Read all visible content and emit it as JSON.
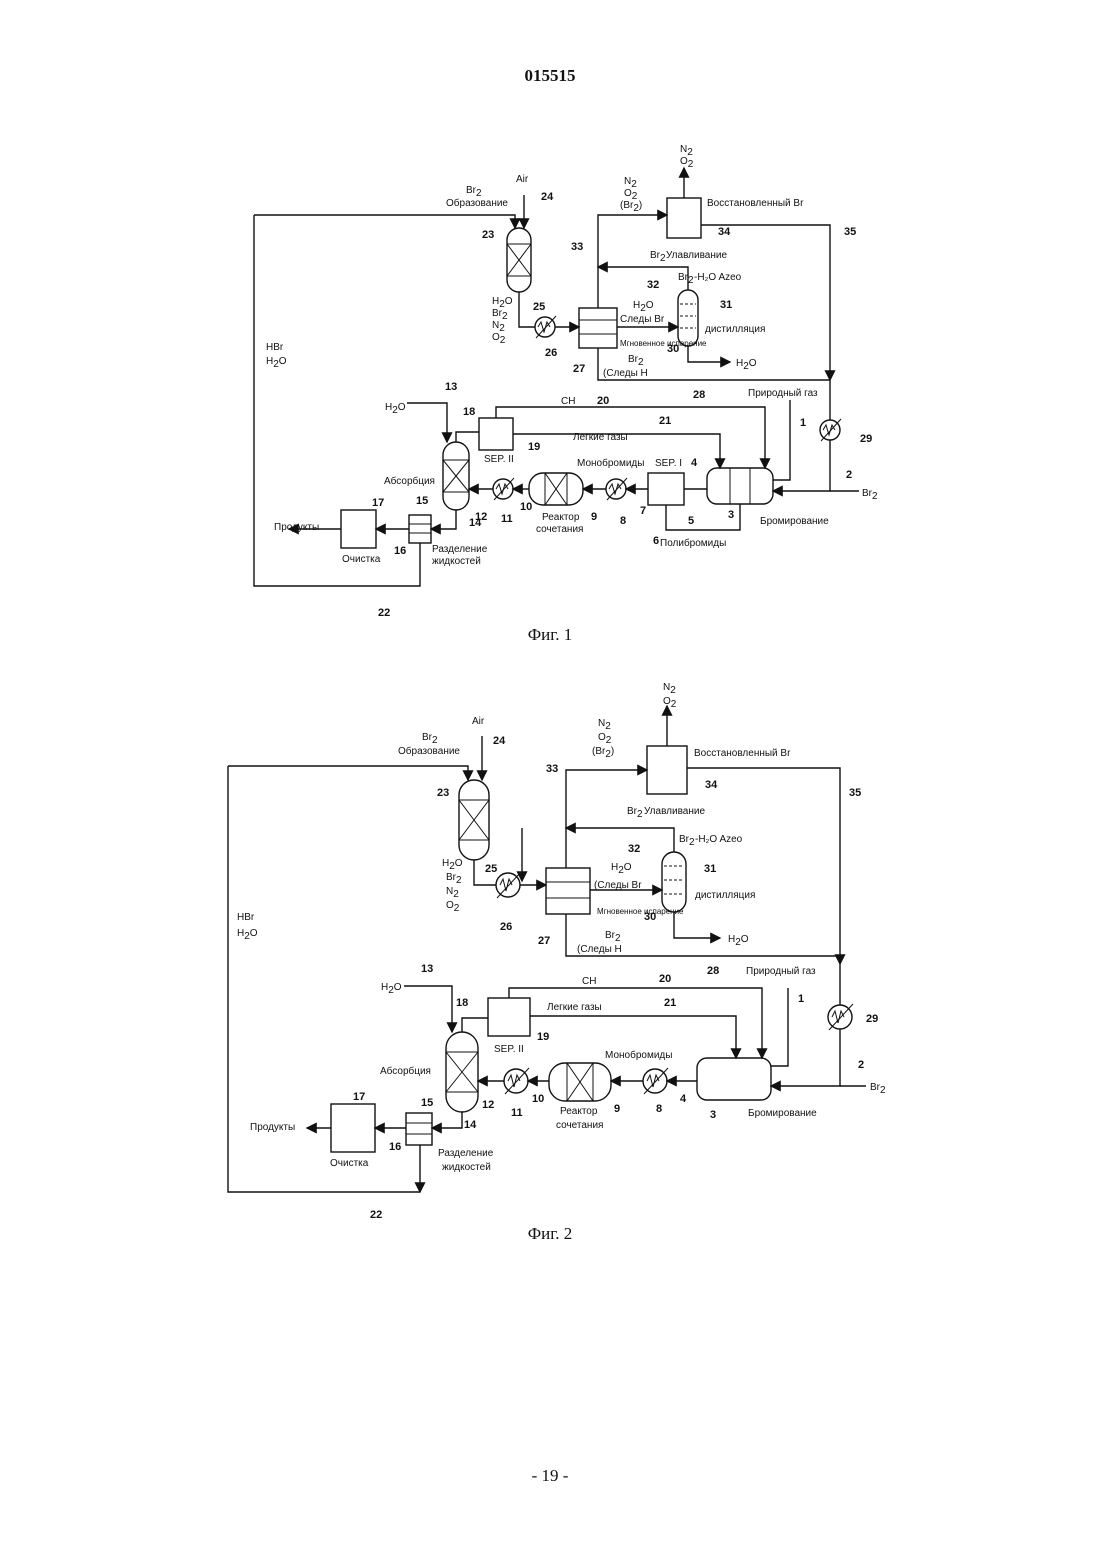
{
  "header": {
    "document_number": "015515"
  },
  "figures": [
    {
      "caption": "Фиг. 1",
      "labels": {
        "air": "Air",
        "br2_formation": "Образование",
        "hbr": "HBr",
        "h2o": "H",
        "n2_top": "N",
        "o2_top": "O",
        "n2": "N",
        "o2": "O",
        "br2_paren": "(Br",
        "recovered_br2": "Восстановленный Br",
        "br2_capture": "Улавливание",
        "br2_h2o_azeo": "-H₂O Azeo",
        "distillation": "дистилляция",
        "trace_br2": "Следы Br",
        "flash": "Мгновенное испарение",
        "trace_h2o": "(Следы H",
        "natural_gas": "Природный газ",
        "ch4": "CH",
        "light_gases": "Легкие газы",
        "sep2": "SEP. II",
        "sep1": "SEP. I",
        "monobromides": "Монобромиды",
        "polybromides": "Полибромиды",
        "absorption": "Абсорбция",
        "coupling_reactor_1": "Реактор",
        "coupling_reactor_2": "сочетания",
        "bromination": "Бромирование",
        "products": "Продукты",
        "purification": "Очистка",
        "liquid_sep_1": "Разделение",
        "liquid_sep_2": "жидкостей",
        "br2": "Br"
      }
    },
    {
      "caption": "Фиг. 2",
      "labels": {
        "air": "Air",
        "br2_formation": "Образование",
        "hbr": "HBr",
        "h2o": "H",
        "n2_top": "N",
        "o2_top": "O",
        "n2": "N",
        "o2": "O",
        "br2_paren": "(Br",
        "recovered_br2": "Восстановленный Br",
        "br2_capture": "Улавливание",
        "br2_h2o_azeo": "-H₂O Azeo",
        "distillation": "дистилляция",
        "trace_br2": "(Следы Br",
        "flash": "Мгновенное испарение",
        "trace_h2o": "(Следы H",
        "natural_gas": "Природный газ",
        "ch4": "CH",
        "light_gases": "Легкие газы",
        "sep2": "SEP. II",
        "monobromides": "Монобромиды",
        "absorption": "Абсорбция",
        "coupling_reactor_1": "Реактор",
        "coupling_reactor_2": "сочетания",
        "bromination": "Бромирование",
        "products": "Продукты",
        "purification": "Очистка",
        "liquid_sep_1": "Разделение",
        "liquid_sep_2": "жидкостей",
        "br2": "Br"
      }
    }
  ],
  "footer": {
    "page": "- 19 -"
  }
}
